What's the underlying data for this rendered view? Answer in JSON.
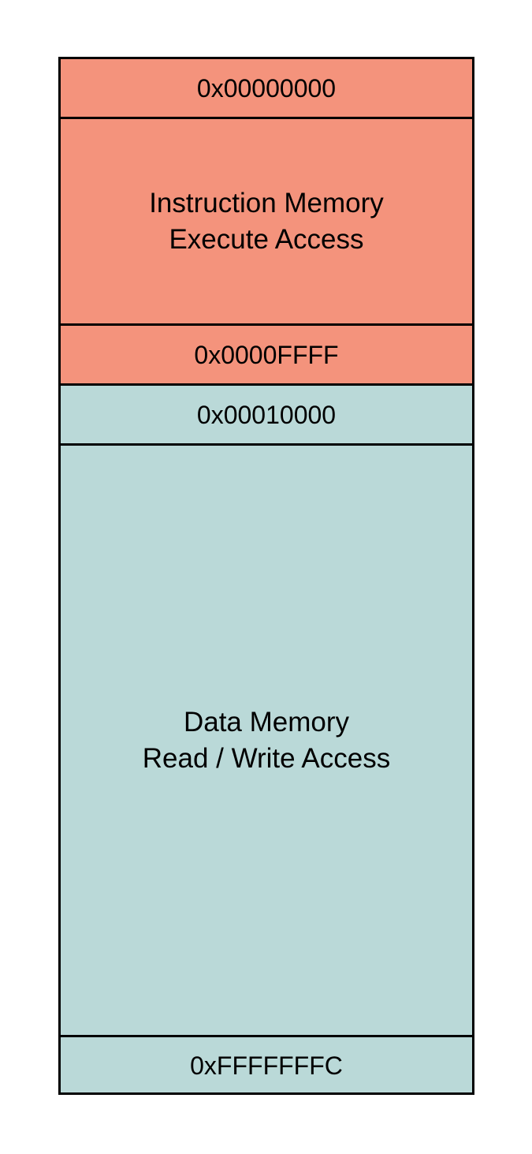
{
  "colors": {
    "instruction_fill": "#f4937c",
    "data_fill": "#bad9d8",
    "border": "#000000"
  },
  "instruction_memory": {
    "start_address": "0x00000000",
    "line1": "Instruction Memory",
    "line2": "Execute Access",
    "end_address": "0x0000FFFF"
  },
  "data_memory": {
    "start_address": "0x00010000",
    "line1": "Data Memory",
    "line2": "Read / Write Access",
    "end_address": "0xFFFFFFFC"
  }
}
